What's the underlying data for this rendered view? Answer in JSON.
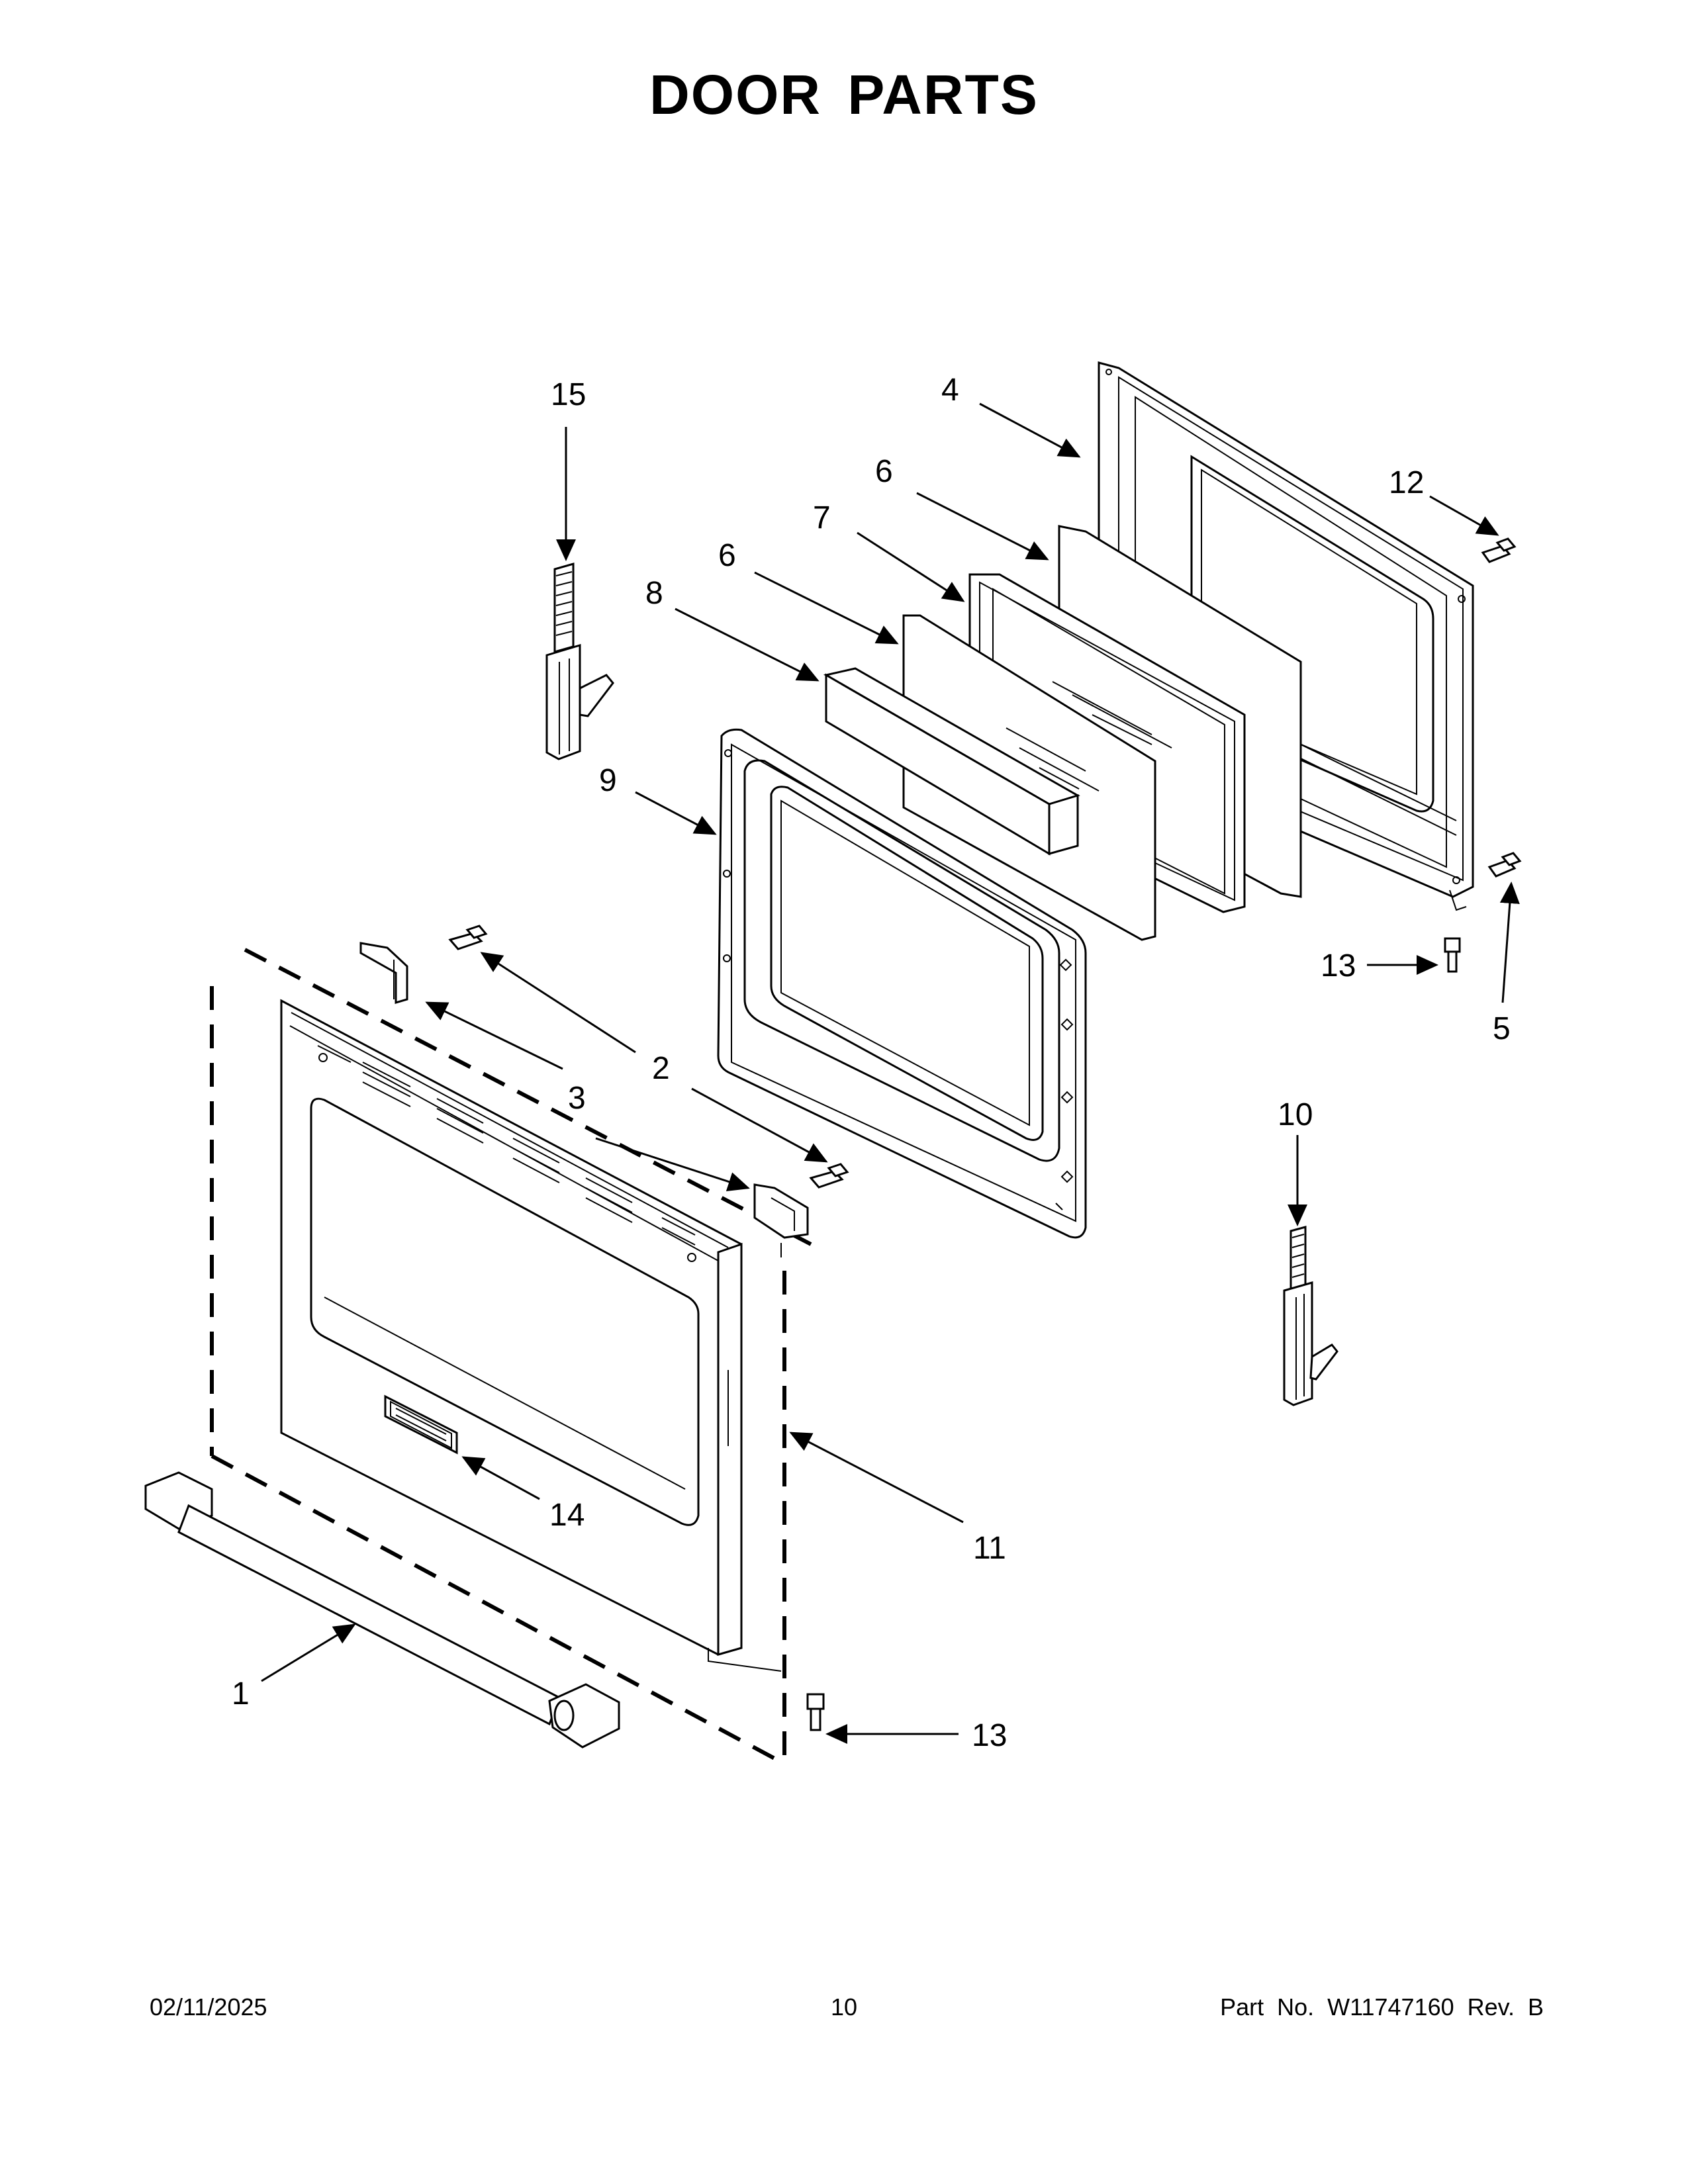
{
  "title": "DOOR PARTS",
  "callouts": [
    {
      "id": "c1",
      "label": "1"
    },
    {
      "id": "c2",
      "label": "2"
    },
    {
      "id": "c3",
      "label": "3"
    },
    {
      "id": "c4",
      "label": "4"
    },
    {
      "id": "c5",
      "label": "5"
    },
    {
      "id": "c6a",
      "label": "6"
    },
    {
      "id": "c6b",
      "label": "6"
    },
    {
      "id": "c7",
      "label": "7"
    },
    {
      "id": "c8",
      "label": "8"
    },
    {
      "id": "c9",
      "label": "9"
    },
    {
      "id": "c10",
      "label": "10"
    },
    {
      "id": "c11",
      "label": "11"
    },
    {
      "id": "c12",
      "label": "12"
    },
    {
      "id": "c13a",
      "label": "13"
    },
    {
      "id": "c13b",
      "label": "13"
    },
    {
      "id": "c14",
      "label": "14"
    },
    {
      "id": "c15",
      "label": "15"
    }
  ],
  "footer": {
    "date": "02/11/2025",
    "page": "10",
    "part_no": "Part No.  W11747160  Rev.  B"
  }
}
